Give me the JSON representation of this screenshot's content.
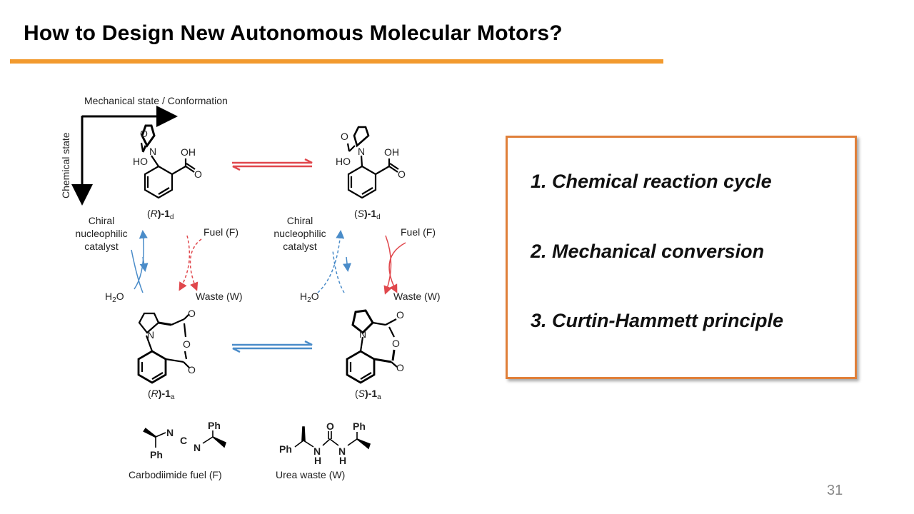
{
  "slide": {
    "title": "How to Design New Autonomous Molecular Motors?",
    "page_number": "31",
    "accent_color": "#f29a2e",
    "box_border_color": "#e0803a"
  },
  "scheme": {
    "x_axis_label": "Mechanical state / Conformation",
    "y_axis_label": "Chemical state",
    "r_diacid_label": {
      "prefix": "(",
      "config": "R",
      "mid": ")-1",
      "sub": "d"
    },
    "s_diacid_label": {
      "prefix": "(",
      "config": "S",
      "mid": ")-1",
      "sub": "d"
    },
    "r_anhydride_label": {
      "prefix": "(",
      "config": "R",
      "mid": ")-1",
      "sub": "a"
    },
    "s_anhydride_label": {
      "prefix": "(",
      "config": "S",
      "mid": ")-1",
      "sub": "a"
    },
    "catalyst_lines": [
      "Chiral",
      "nucleophilic",
      "catalyst"
    ],
    "fuel": "Fuel (F)",
    "waste": "Waste (W)",
    "water": {
      "main": "H",
      "sub": "2",
      "end": "O"
    },
    "atoms": {
      "O": "O",
      "OH": "OH",
      "HO": "HO",
      "N": "N",
      "C": "C",
      "H": "H",
      "Ph": "Ph"
    },
    "fuel_caption": "Carbodiimide fuel (F)",
    "waste_caption": "Urea waste (W)",
    "colors": {
      "red": "#e0474c",
      "blue": "#4a8cc9"
    }
  },
  "points": [
    "1. Chemical reaction cycle",
    "2. Mechanical conversion",
    "3. Curtin-Hammett principle"
  ]
}
